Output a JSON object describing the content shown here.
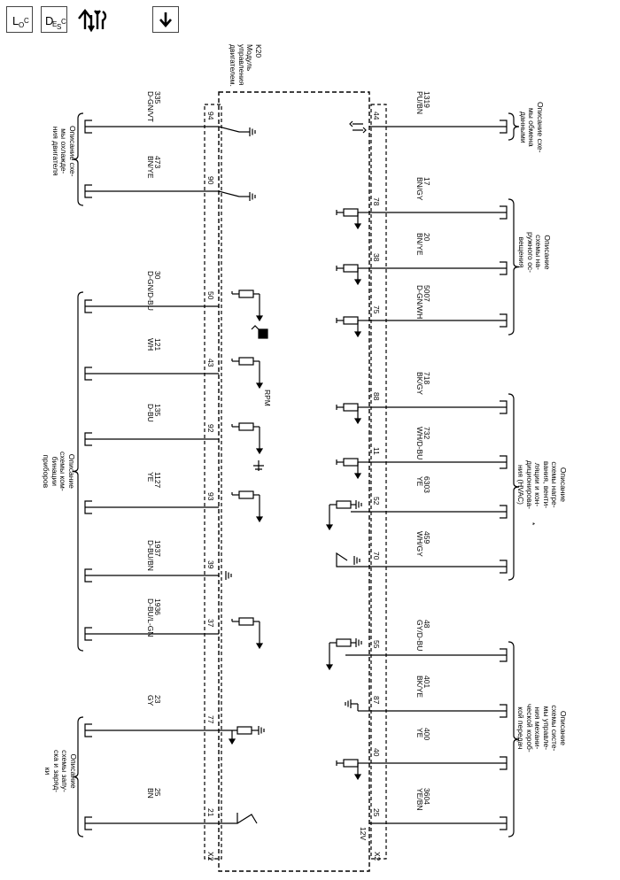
{
  "toolbar": {
    "loc": {
      "main": "L",
      "sub1": "O",
      "sub2": "C"
    },
    "desc": {
      "main": "D",
      "sub1": "E",
      "sub2": "S",
      "sub3": "C"
    },
    "tools_icon": "service-tools-icon",
    "down_icon": "arrow-down-icon"
  },
  "module": {
    "name_line1": "K20",
    "name_line2": "Модуль",
    "name_line3": "управления",
    "name_line4": "двигателем."
  },
  "connector_label_left": "X2",
  "connector_label_right": "X2",
  "voltage_label": "12V",
  "groups": {
    "cooling": [
      "Описание схе-",
      "мы охлажде-",
      "ния двигателя"
    ],
    "cluster": [
      "Описание",
      "схемы ком-",
      "бинации",
      "приборов"
    ],
    "starting": [
      "Описание",
      "схемы запу-",
      "ска и заряд-",
      "ки"
    ],
    "data": [
      "Описание схе-",
      "мы обмена",
      "данными"
    ],
    "lighting": [
      "Описание",
      "схемы на-",
      "ружного ос-",
      "вещения"
    ],
    "hvac": [
      "Описание",
      "схемы нагре-",
      "вания, венти-",
      "ляции и кон-",
      "диционирова-",
      "ния (HVAC)"
    ],
    "trans": [
      "Описание",
      "схемы систе-",
      "мы управле-",
      "ния механи-",
      "ческой короб-",
      "кой передач"
    ]
  },
  "left_wires": [
    {
      "circuit": "335",
      "color": "D-GN/VT",
      "pin": "94"
    },
    {
      "circuit": "473",
      "color": "BN/YE",
      "pin": "90"
    },
    {
      "circuit": "30",
      "color": "D-GN/D-BU",
      "pin": "50"
    },
    {
      "circuit": "121",
      "color": "WH",
      "pin": "43"
    },
    {
      "circuit": "135",
      "color": "D-BU",
      "pin": "92"
    },
    {
      "circuit": "1127",
      "color": "YE",
      "pin": "93"
    },
    {
      "circuit": "1937",
      "color": "D-BU/BN",
      "pin": "39"
    },
    {
      "circuit": "1936",
      "color": "D-BU/L-GN",
      "pin": "37"
    },
    {
      "circuit": "23",
      "color": "GY",
      "pin": "77"
    },
    {
      "circuit": "25",
      "color": "BN",
      "pin": "21"
    }
  ],
  "right_wires": [
    {
      "circuit": "1319",
      "color": "PU/BN",
      "pin": "44"
    },
    {
      "circuit": "17",
      "color": "BN/GY",
      "pin": "78"
    },
    {
      "circuit": "20",
      "color": "BN/YE",
      "pin": "38"
    },
    {
      "circuit": "5007",
      "color": "D-GN/WH",
      "pin": "75"
    },
    {
      "circuit": "718",
      "color": "BK/GY",
      "pin": "88"
    },
    {
      "circuit": "732",
      "color": "WH/D-BU",
      "pin": "11"
    },
    {
      "circuit": "6303",
      "color": "YE",
      "pin": "52"
    },
    {
      "circuit": "459",
      "color": "WH/GY",
      "pin": "70"
    },
    {
      "circuit": "48",
      "color": "GY/D-BU",
      "pin": "55"
    },
    {
      "circuit": "401",
      "color": "BK/YE",
      "pin": "87"
    },
    {
      "circuit": "400",
      "color": "YE",
      "pin": "40"
    },
    {
      "circuit": "3604",
      "color": "YE/BN",
      "pin": "25"
    }
  ],
  "symbols": {
    "rpm": "RPM",
    "fuel_icon": "fuel-gauge-icon",
    "temp_icon": "coolant-temp-icon",
    "hvac_note": "*"
  }
}
